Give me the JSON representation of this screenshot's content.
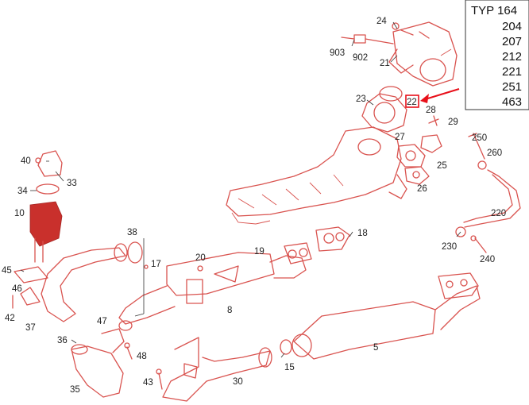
{
  "type_table": {
    "title": "TYP 164",
    "variants": [
      "204",
      "207",
      "212",
      "221",
      "251",
      "463"
    ]
  },
  "callouts": [
    {
      "id": "24",
      "text": "24"
    },
    {
      "id": "903",
      "text": "903"
    },
    {
      "id": "902",
      "text": "902"
    },
    {
      "id": "21",
      "text": "21"
    },
    {
      "id": "23",
      "text": "23"
    },
    {
      "id": "22",
      "text": "22"
    },
    {
      "id": "28",
      "text": "28"
    },
    {
      "id": "29",
      "text": "29"
    },
    {
      "id": "27",
      "text": "27"
    },
    {
      "id": "250",
      "text": "250"
    },
    {
      "id": "260",
      "text": "260"
    },
    {
      "id": "25",
      "text": "25"
    },
    {
      "id": "26",
      "text": "26"
    },
    {
      "id": "40",
      "text": "40"
    },
    {
      "id": "33",
      "text": "33"
    },
    {
      "id": "34",
      "text": "34"
    },
    {
      "id": "10",
      "text": "10"
    },
    {
      "id": "220",
      "text": "220"
    },
    {
      "id": "38",
      "text": "38"
    },
    {
      "id": "18",
      "text": "18"
    },
    {
      "id": "230",
      "text": "230"
    },
    {
      "id": "19",
      "text": "19"
    },
    {
      "id": "20",
      "text": "20"
    },
    {
      "id": "17",
      "text": "17"
    },
    {
      "id": "240",
      "text": "240"
    },
    {
      "id": "45",
      "text": "45"
    },
    {
      "id": "46",
      "text": "46"
    },
    {
      "id": "42",
      "text": "42"
    },
    {
      "id": "8",
      "text": "8"
    },
    {
      "id": "37",
      "text": "37"
    },
    {
      "id": "47",
      "text": "47"
    },
    {
      "id": "5",
      "text": "5"
    },
    {
      "id": "36",
      "text": "36"
    },
    {
      "id": "48",
      "text": "48"
    },
    {
      "id": "15",
      "text": "15"
    },
    {
      "id": "43",
      "text": "43"
    },
    {
      "id": "30",
      "text": "30"
    },
    {
      "id": "35",
      "text": "35"
    }
  ],
  "highlighted_callout": "22",
  "colors": {
    "part_line": "#d9534f",
    "highlight": "#e8101a",
    "label": "#222222"
  }
}
